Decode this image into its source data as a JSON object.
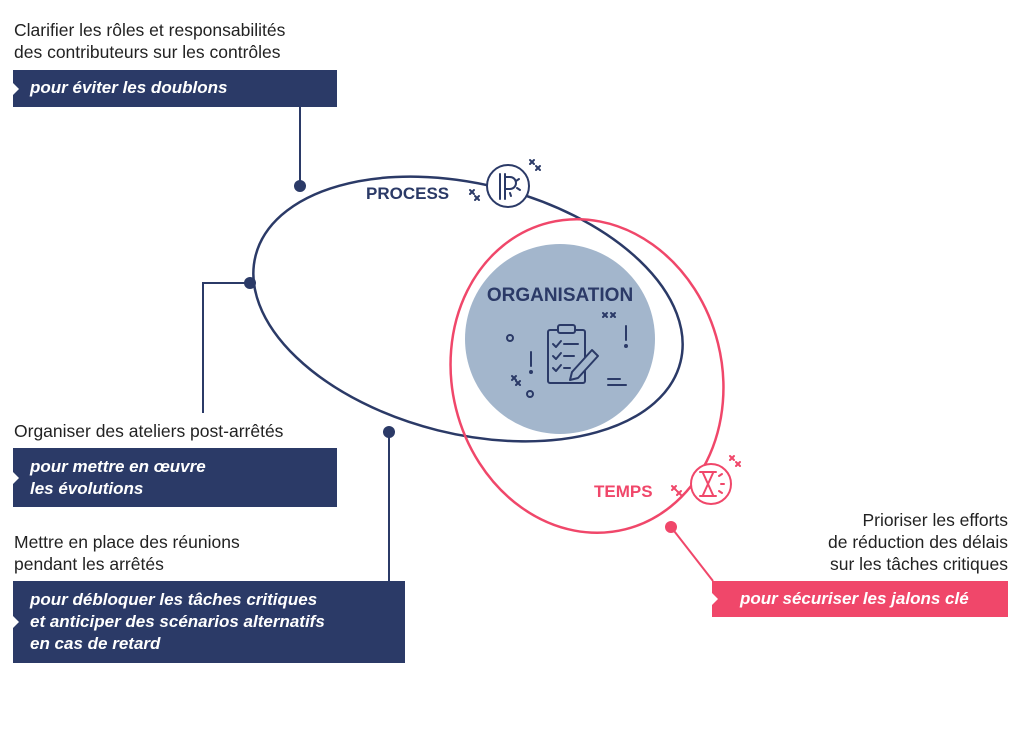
{
  "colors": {
    "navy": "#2b3a67",
    "pink": "#f0476a",
    "circle_fill": "#a3b6cc"
  },
  "icons": [
    "process-gear-icon",
    "hourglass-icon",
    "clipboard-checklist-icon",
    "sparkle-icon"
  ],
  "center": {
    "title": "ORGANISATION"
  },
  "process": {
    "label": "PROCESS"
  },
  "temps": {
    "label": "TEMPS"
  },
  "items": [
    {
      "text": [
        "Clarifier les rôles et responsabilités",
        "des contributeurs sur les contrôles"
      ],
      "banner": [
        "pour éviter les doublons"
      ]
    },
    {
      "text": [
        "Organiser des ateliers post-arrêtés"
      ],
      "banner": [
        "pour mettre en œuvre",
        "les évolutions"
      ]
    },
    {
      "text": [
        "Mettre en place des réunions",
        "pendant les arrêtés"
      ],
      "banner": [
        "pour débloquer les tâches critiques",
        "et anticiper des scénarios alternatifs",
        "en cas de retard"
      ]
    },
    {
      "text": [
        "Prioriser les efforts",
        "de réduction des délais",
        "sur les  tâches critiques"
      ],
      "banner": [
        "pour sécuriser les jalons clé"
      ]
    }
  ]
}
